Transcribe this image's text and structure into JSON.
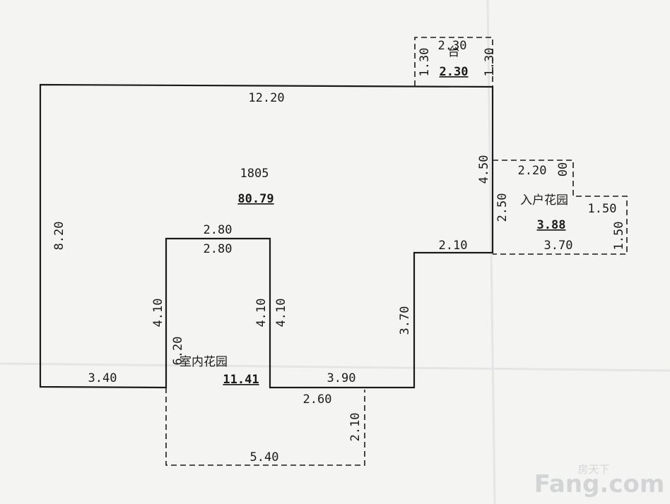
{
  "plan": {
    "main_room": {
      "id": "1805",
      "area": "80.79"
    },
    "balcony": {
      "name": "台",
      "area": "2.30",
      "width_top": "2.30",
      "side_left": "1.30",
      "side_right": "1.30"
    },
    "entry_garden": {
      "name": "入户花园",
      "area": "3.88",
      "top_width": "2.20",
      "right_width": "1.50",
      "right_height": "1.50",
      "bottom_width": "3.70",
      "top_side": "00"
    },
    "indoor_garden": {
      "name": "室内花园",
      "area": "11.41",
      "depth": "6.20"
    },
    "dimensions": {
      "top_wall": "12.20",
      "left_wall": "8.20",
      "right_upper": "4.50",
      "right_mid": "2.50",
      "step_top": "2.10",
      "step_side": "3.70",
      "notch_top_outer": "2.80",
      "notch_top_inner": "2.80",
      "notch_left": "4.10",
      "notch_right_a": "4.10",
      "notch_right_b": "4.10",
      "bottom_left": "3.40",
      "bottom_mid": "3.90",
      "under_bottom": "2.60",
      "lower_garden_side": "2.10",
      "lower_garden_width": "5.40"
    }
  },
  "watermark": {
    "brand": "Fang.com",
    "cn": "房天下"
  }
}
